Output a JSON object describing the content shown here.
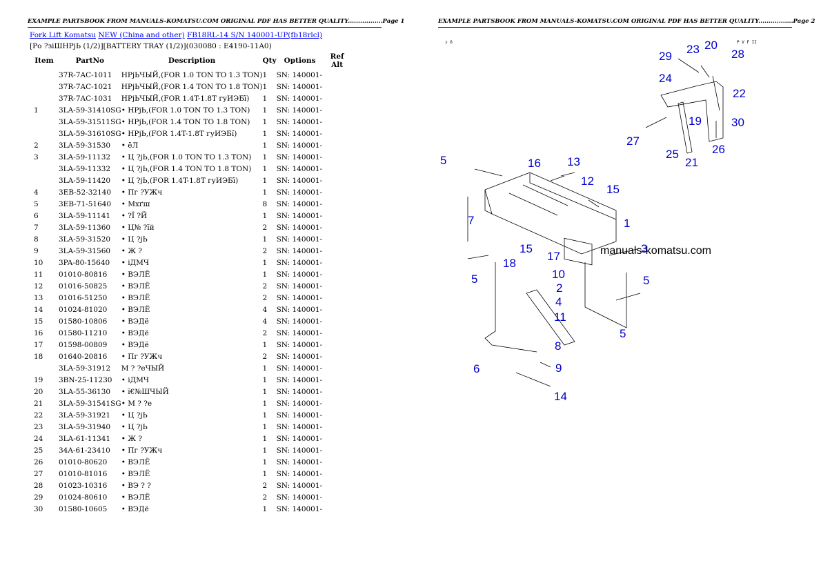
{
  "page1": {
    "header": "EXAMPLE PARTSBOOK FROM MANUALS-KOMATSU.COM ORIGINAL PDF HAS BETTER QUALITY.................Page 1",
    "breadcrumb": {
      "link1": "Fork Lift Komatsu",
      "link2": "NEW (China and other)",
      "link3": "FB18RL-14 S/N 140001-UP(fb18rlcl)"
    },
    "subtitle": "[Ро ?зіШНРјЬ (1/2)][BATTERY TRAY (1/2)](030080 : E4190-11A0)",
    "columns": [
      "Item",
      "PartNo",
      "Description",
      "Qty",
      "Options",
      "Ref Alt"
    ],
    "rows": [
      {
        "item": "",
        "part": "37R-7AC-1011",
        "desc": "НРјЬЧЫЙ,(FOR 1.0 TON TO 1.3 TON)",
        "qty": "1",
        "opt": "SN: 140001-"
      },
      {
        "item": "",
        "part": "37R-7AC-1021",
        "desc": "НРјЬЧЫЙ,(FOR 1.4 TON TO 1.8 TON)",
        "qty": "1",
        "opt": "SN: 140001-"
      },
      {
        "item": "",
        "part": "37R-7AC-1031",
        "desc": "НРјЬЧЫЙ,(FOR 1.4T-1.8T гуИЭБї)",
        "qty": "1",
        "opt": "SN: 140001-"
      },
      {
        "item": "1",
        "part": "3LA-59-31410SG",
        "desc": "• НРјЬ,(FOR 1.0 TON TO 1.3 TON)",
        "qty": "1",
        "opt": "SN: 140001-"
      },
      {
        "item": "",
        "part": "3LA-59-31511SG",
        "desc": "• НРјЬ,(FOR 1.4 TON TO 1.8 TON)",
        "qty": "1",
        "opt": "SN: 140001-"
      },
      {
        "item": "",
        "part": "3LA-59-31610SG",
        "desc": "• НРјЬ,(FOR 1.4T-1.8T гуИЭБї)",
        "qty": "1",
        "opt": "SN: 140001-"
      },
      {
        "item": "2",
        "part": "3LA-59-31530",
        "desc": "• ёЛ",
        "qty": "1",
        "opt": "SN: 140001-"
      },
      {
        "item": "3",
        "part": "3LA-59-11132",
        "desc": "• Ц ?јЬ,(FOR 1.0 TON TO 1.3 TON)",
        "qty": "1",
        "opt": "SN: 140001-"
      },
      {
        "item": "",
        "part": "3LA-59-11332",
        "desc": "• Ц ?јЬ,(FOR 1.4 TON TO 1.8 TON)",
        "qty": "1",
        "opt": "SN: 140001-"
      },
      {
        "item": "",
        "part": "3LA-59-11420",
        "desc": "• Ц ?јЬ,(FOR 1.4T-1.8T гуИЭБї)",
        "qty": "1",
        "opt": "SN: 140001-"
      },
      {
        "item": "4",
        "part": "3EB-52-32140",
        "desc": "• Пг ?УЖч",
        "qty": "1",
        "opt": "SN: 140001-"
      },
      {
        "item": "5",
        "part": "3EB-71-51640",
        "desc": "• Мхґш",
        "qty": "8",
        "opt": "SN: 140001-"
      },
      {
        "item": "6",
        "part": "3LA-59-11141",
        "desc": "• ?Ї ?Й",
        "qty": "1",
        "opt": "SN: 140001-"
      },
      {
        "item": "7",
        "part": "3LA-59-11360",
        "desc": "• Ц№ ?їй",
        "qty": "2",
        "opt": "SN: 140001-"
      },
      {
        "item": "8",
        "part": "3LA-59-31520",
        "desc": "• Ц ?јЬ",
        "qty": "1",
        "opt": "SN: 140001-"
      },
      {
        "item": "9",
        "part": "3LA-59-31560",
        "desc": "• Ж ?",
        "qty": "2",
        "opt": "SN: 140001-"
      },
      {
        "item": "10",
        "part": "3PA-80-15640",
        "desc": "• іДМЧ",
        "qty": "1",
        "opt": "SN: 140001-"
      },
      {
        "item": "11",
        "part": "01010-80816",
        "desc": "• ВЭЛЁ",
        "qty": "1",
        "opt": "SN: 140001-"
      },
      {
        "item": "12",
        "part": "01016-50825",
        "desc": "• ВЭЛЁ",
        "qty": "2",
        "opt": "SN: 140001-"
      },
      {
        "item": "13",
        "part": "01016-51250",
        "desc": "• ВЭЛЁ",
        "qty": "2",
        "opt": "SN: 140001-"
      },
      {
        "item": "14",
        "part": "01024-81020",
        "desc": "• ВЭЛЁ",
        "qty": "4",
        "opt": "SN: 140001-"
      },
      {
        "item": "15",
        "part": "01580-10806",
        "desc": "• ВЭДё",
        "qty": "4",
        "opt": "SN: 140001-"
      },
      {
        "item": "16",
        "part": "01580-11210",
        "desc": "• ВЭДё",
        "qty": "2",
        "opt": "SN: 140001-"
      },
      {
        "item": "17",
        "part": "01598-00809",
        "desc": "• ВЭДё",
        "qty": "1",
        "opt": "SN: 140001-"
      },
      {
        "item": "18",
        "part": "01640-20816",
        "desc": "• Пг ?УЖч",
        "qty": "2",
        "opt": "SN: 140001-"
      },
      {
        "item": "",
        "part": "3LA-59-31912",
        "desc": "М ? ?еЧЫЙ",
        "qty": "1",
        "opt": "SN: 140001-"
      },
      {
        "item": "19",
        "part": "3BN-25-11230",
        "desc": "• іДМЧ",
        "qty": "1",
        "opt": "SN: 140001-"
      },
      {
        "item": "20",
        "part": "3LA-55-36130",
        "desc": "• ї€№ШЧЫЙ",
        "qty": "1",
        "opt": "SN: 140001-"
      },
      {
        "item": "21",
        "part": "3LA-59-31541SG",
        "desc": "• М ? ?е",
        "qty": "1",
        "opt": "SN: 140001-"
      },
      {
        "item": "22",
        "part": "3LA-59-31921",
        "desc": "• Ц ?јЬ",
        "qty": "1",
        "opt": "SN: 140001-"
      },
      {
        "item": "23",
        "part": "3LA-59-31940",
        "desc": "• Ц ?јЬ",
        "qty": "1",
        "opt": "SN: 140001-"
      },
      {
        "item": "24",
        "part": "3LA-61-11341",
        "desc": "• Ж ?",
        "qty": "1",
        "opt": "SN: 140001-"
      },
      {
        "item": "25",
        "part": "34A-61-23410",
        "desc": "• Пг ?УЖч",
        "qty": "1",
        "opt": "SN: 140001-"
      },
      {
        "item": "26",
        "part": "01010-80620",
        "desc": "• ВЭЛЁ",
        "qty": "1",
        "opt": "SN: 140001-"
      },
      {
        "item": "27",
        "part": "01010-81016",
        "desc": "• ВЭЛЁ",
        "qty": "1",
        "opt": "SN: 140001-"
      },
      {
        "item": "28",
        "part": "01023-10316",
        "desc": "• ВЭ ? ?",
        "qty": "2",
        "opt": "SN: 140001-"
      },
      {
        "item": "29",
        "part": "01024-80610",
        "desc": "• ВЭЛЁ",
        "qty": "2",
        "opt": "SN: 140001-"
      },
      {
        "item": "30",
        "part": "01580-10605",
        "desc": "• ВЭДё",
        "qty": "1",
        "opt": "SN: 140001-"
      }
    ]
  },
  "page2": {
    "header": "EXAMPLE PARTSBOOK FROM MANUALS-KOMATSU.COM ORIGINAL PDF HAS BETTER QUALITY.................Page 2",
    "code_left": "ɔ 6",
    "code_right": "P V F II",
    "watermark": "manuals-komatsu.com",
    "callouts": {
      "c1": "1",
      "c2": "2",
      "c3": "3",
      "c4": "4",
      "c5a": "5",
      "c5b": "5",
      "c5c": "5",
      "c5d": "5",
      "c6": "6",
      "c7": "7",
      "c8": "8",
      "c9": "9",
      "c10": "10",
      "c11": "11",
      "c12": "12",
      "c13": "13",
      "c14": "14",
      "c15a": "15",
      "c15b": "15",
      "c16": "16",
      "c17": "17",
      "c18": "18",
      "c19": "19",
      "c20": "20",
      "c21": "21",
      "c22": "22",
      "c23": "23",
      "c24": "24",
      "c25": "25",
      "c26": "26",
      "c27": "27",
      "c28": "28",
      "c29": "29",
      "c30": "30"
    }
  }
}
